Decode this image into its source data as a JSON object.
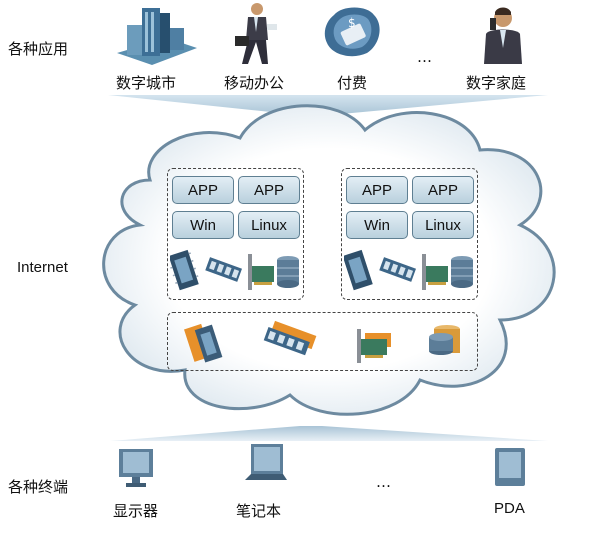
{
  "apps": {
    "title": "各种应用",
    "items": [
      {
        "label": "数字城市",
        "icon": "city-buildings-icon"
      },
      {
        "label": "移动办公",
        "icon": "walking-businessman-icon"
      },
      {
        "label": "付费",
        "icon": "payment-card-icon"
      },
      {
        "label": "…",
        "icon": ""
      },
      {
        "label": "数字家庭",
        "icon": "phone-user-icon"
      }
    ]
  },
  "cloud": {
    "label": "Internet",
    "servers": [
      {
        "apps": [
          "APP",
          "APP"
        ],
        "os": [
          "Win",
          "Linux"
        ]
      },
      {
        "apps": [
          "APP",
          "APP"
        ],
        "os": [
          "Win",
          "Linux"
        ]
      }
    ],
    "resource_icons": [
      "cpu-icon",
      "memory-icon",
      "network-card-icon",
      "storage-icon"
    ]
  },
  "terminals": {
    "title": "各种终端",
    "items": [
      {
        "label": "显示器",
        "icon": "monitor-icon"
      },
      {
        "label": "笔记本",
        "icon": "laptop-icon"
      },
      {
        "label": "…",
        "icon": ""
      },
      {
        "label": "PDA",
        "icon": "pda-icon"
      }
    ]
  },
  "colors": {
    "cloud_fill": "#ffffff",
    "cloud_stroke": "#6d8aa0",
    "cloud_shadow": "#dde7ee",
    "beam": "#c9dbe8",
    "pill_stroke": "#5f7f92"
  }
}
